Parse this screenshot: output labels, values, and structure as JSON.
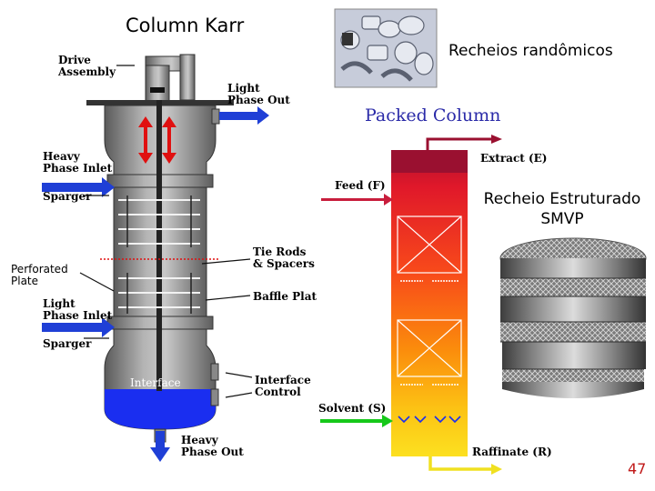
{
  "titles": {
    "karr": "Column Karr",
    "random_packing": "Recheios randômicos",
    "packed_column": "Packed Column",
    "structured_line1": "Recheio Estruturado",
    "structured_line2": "SMVP"
  },
  "karr_labels": {
    "drive_assembly": "Drive\nAssembly",
    "light_phase_out": "Light\nPhase Out",
    "heavy_phase_inlet": "Heavy\nPhase Inlet",
    "sparger_top": "Sparger",
    "tie_rods": "Tie Rods\n& Spacers",
    "perforated_plate": "Perforated\nPlate",
    "baffle_plate": "Baffle Plat",
    "light_phase_inlet": "Light\nPhase Inlet",
    "sparger_bottom": "Sparger",
    "interface": "Interface",
    "interface_control": "Interface\nControl",
    "heavy_phase_out": "Heavy\nPhase Out"
  },
  "packed_labels": {
    "extract": "Extract (E)",
    "feed": "Feed (F)",
    "solvent": "Solvent (S)",
    "raffinate": "Raffinate (R)"
  },
  "page_number": "47",
  "colors": {
    "arrow_blue": "#1f3fd6",
    "arrow_red": "#e01010",
    "liquid_blue": "#1a2ef0",
    "extract_maroon": "#9a1030",
    "feed_red": "#c81d3c",
    "solvent_green": "#16c81a",
    "raffinate_yellow": "#f0e020",
    "packed_title": "#2a2aa8",
    "page_number": "#c01818"
  }
}
